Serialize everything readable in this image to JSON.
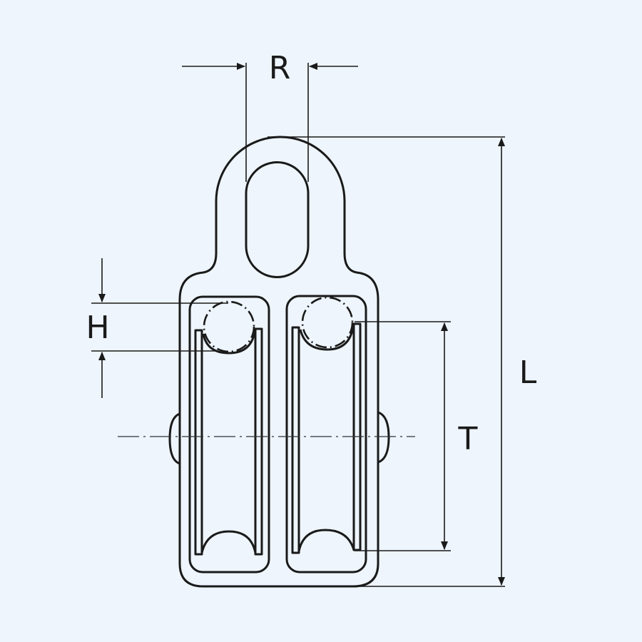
{
  "dimension_labels": {
    "R": "R",
    "L": "L",
    "T": "T",
    "H": "H"
  },
  "colors": {
    "background": "#eef5fc",
    "line": "#1a1a1a"
  }
}
